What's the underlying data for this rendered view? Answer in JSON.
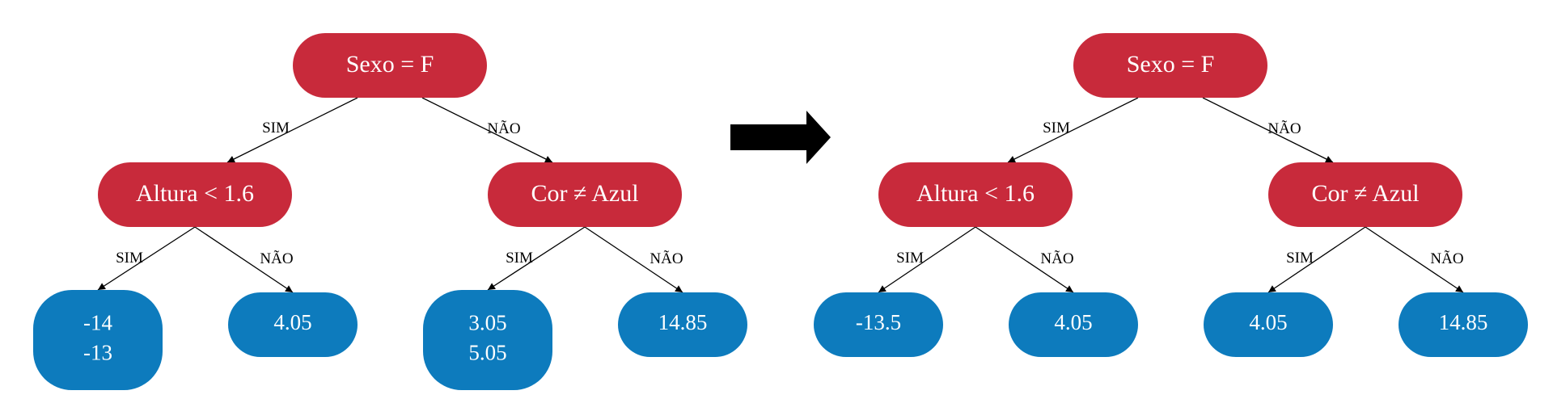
{
  "colors": {
    "decision_node": "#c82a3b",
    "leaf_node": "#0d7bbd",
    "edge": "#000000",
    "transform_arrow": "#000000"
  },
  "edge_labels": {
    "yes": "SIM",
    "no": "NÃO"
  },
  "transform_arrow_icon": "right-arrow-icon",
  "trees": [
    {
      "root": "Sexo = F",
      "left": "Altura < 1.6",
      "right": "Cor ≠ Azul",
      "leaves": [
        [
          "-14",
          "-13"
        ],
        [
          "4.05"
        ],
        [
          "3.05",
          "5.05"
        ],
        [
          "14.85"
        ]
      ]
    },
    {
      "root": "Sexo = F",
      "left": "Altura < 1.6",
      "right": "Cor ≠ Azul",
      "leaves": [
        [
          "-13.5"
        ],
        [
          "4.05"
        ],
        [
          "4.05"
        ],
        [
          "14.85"
        ]
      ]
    }
  ]
}
